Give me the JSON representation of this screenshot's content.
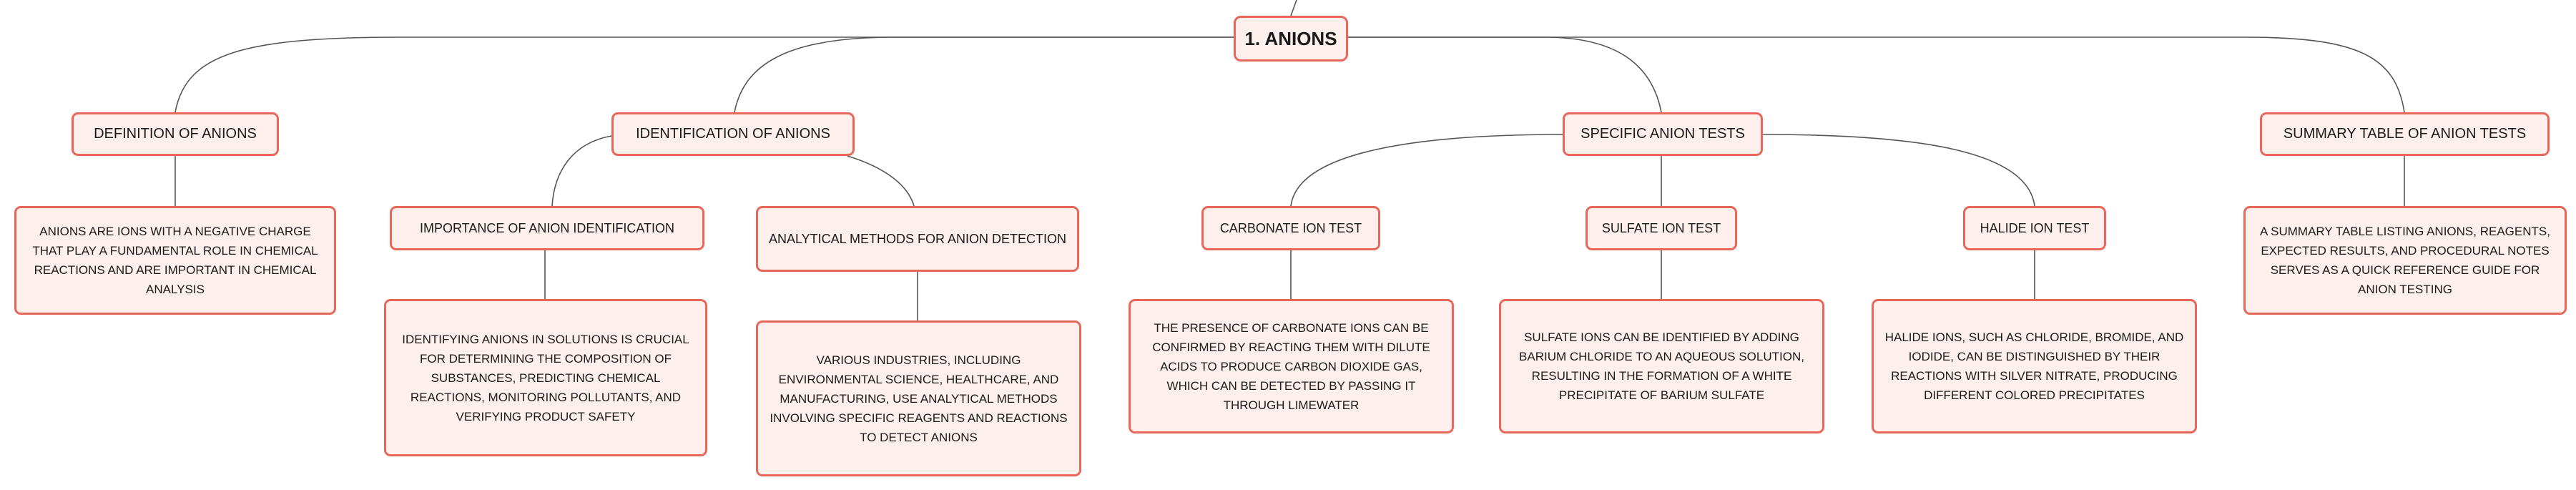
{
  "root": {
    "label": "1. ANIONS"
  },
  "topics": {
    "definition": "DEFINITION OF ANIONS",
    "identification": "IDENTIFICATION OF ANIONS",
    "specific_tests": "SPECIFIC ANION TESTS",
    "summary_table": "SUMMARY TABLE OF ANION TESTS"
  },
  "subtopics": {
    "importance": "IMPORTANCE OF ANION IDENTIFICATION",
    "analytical_methods": "ANALYTICAL METHODS FOR ANION DETECTION",
    "carbonate": "CARBONATE ION TEST",
    "sulfate": "SULFATE ION TEST",
    "halide": "HALIDE ION TEST"
  },
  "descriptions": {
    "definition": "ANIONS ARE IONS WITH A NEGATIVE CHARGE THAT PLAY A FUNDAMENTAL ROLE IN CHEMICAL REACTIONS AND ARE IMPORTANT IN CHEMICAL ANALYSIS",
    "importance": "IDENTIFYING ANIONS IN SOLUTIONS IS CRUCIAL FOR DETERMINING THE COMPOSITION OF SUBSTANCES, PREDICTING CHEMICAL REACTIONS, MONITORING POLLUTANTS, AND VERIFYING PRODUCT SAFETY",
    "analytical_methods": "VARIOUS INDUSTRIES, INCLUDING ENVIRONMENTAL SCIENCE, HEALTHCARE, AND MANUFACTURING, USE ANALYTICAL METHODS INVOLVING SPECIFIC REAGENTS AND REACTIONS TO DETECT ANIONS",
    "carbonate": "THE PRESENCE OF CARBONATE IONS CAN BE CONFIRMED BY REACTING THEM WITH DILUTE ACIDS TO PRODUCE CARBON DIOXIDE GAS, WHICH CAN BE DETECTED BY PASSING IT THROUGH LIMEWATER",
    "sulfate": "SULFATE IONS CAN BE IDENTIFIED BY ADDING BARIUM CHLORIDE TO AN AQUEOUS SOLUTION, RESULTING IN THE FORMATION OF A WHITE PRECIPITATE OF BARIUM SULFATE",
    "halide": "HALIDE IONS, SUCH AS CHLORIDE, BROMIDE, AND IODIDE, CAN BE DISTINGUISHED BY THEIR REACTIONS WITH SILVER NITRATE, PRODUCING DIFFERENT COLORED PRECIPITATES",
    "summary_table": "A SUMMARY TABLE LISTING ANIONS, REAGENTS, EXPECTED RESULTS, AND PROCEDURAL NOTES SERVES AS A QUICK REFERENCE GUIDE FOR ANION TESTING"
  },
  "colors": {
    "node_border": "#e8665a",
    "node_fill": "#fdf0ec",
    "connector": "#555555",
    "text": "#1b1b1b"
  }
}
